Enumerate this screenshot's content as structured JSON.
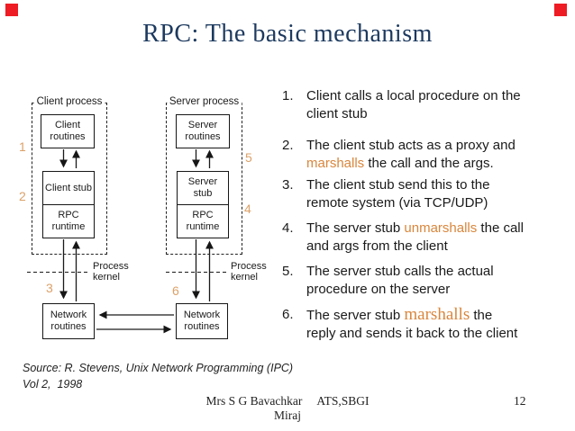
{
  "page": {
    "title": "RPC: The basic mechanism",
    "colors": {
      "title_navy": "#1d3a5f",
      "accent_orange": "#d9863c",
      "marker_orange": "#dba169",
      "corner_red": "#ee1c24",
      "ink": "#1a1a1a",
      "background": "#ffffff"
    }
  },
  "diagram": {
    "client_process_label": "Client process",
    "server_process_label": "Server process",
    "boxes": {
      "client_routines": "Client routines",
      "client_stub": "Client stub",
      "rpc_runtime_client": "RPC runtime",
      "server_routines": "Server routines",
      "server_stub": "Server stub",
      "rpc_runtime_server": "RPC runtime",
      "network_routines_left": "Network routines",
      "network_routines_right": "Network routines"
    },
    "process_kernel_left": "Process kernel",
    "process_kernel_right": "Process kernel",
    "marker_labels": [
      "1",
      "2",
      "3",
      "4",
      "5",
      "6"
    ]
  },
  "steps": [
    {
      "num": "1.",
      "line1": {
        "pre": "Client calls a local procedure on the",
        "hl": "",
        "post": ""
      },
      "line2": {
        "pre": "client stub",
        "hl": "",
        "post": ""
      }
    },
    {
      "num": "2.",
      "line1": {
        "pre": "The client stub acts as a proxy and",
        "hl": "",
        "post": ""
      },
      "line2": {
        "pre": "",
        "hl": "marshalls",
        "post": " the call and the args."
      }
    },
    {
      "num": "3.",
      "line1": {
        "pre": "The client stub send this to the",
        "hl": "",
        "post": ""
      },
      "line2": {
        "pre": "remote system (via TCP/UDP)",
        "hl": "",
        "post": ""
      }
    },
    {
      "num": "4.",
      "line1": {
        "pre": "The server stub ",
        "hl": "unmarshalls",
        "post": " the call"
      },
      "line2": {
        "pre": "and args from the client",
        "hl": "",
        "post": ""
      }
    },
    {
      "num": "5.",
      "line1": {
        "pre": "The server stub calls the actual",
        "hl": "",
        "post": ""
      },
      "line2": {
        "pre": "procedure on the server",
        "hl": "",
        "post": ""
      }
    },
    {
      "num": "6.",
      "line1": {
        "pre": "The server stub ",
        "hl": "marshalls",
        "post": " the"
      },
      "line2": {
        "pre": "reply and sends it back to the client",
        "hl": "",
        "post": ""
      }
    }
  ],
  "source": {
    "line1": "Source: R. Stevens, Unix Network Programming (IPC)",
    "line2": "Vol 2,  1998"
  },
  "footer": {
    "author": "Mrs S G Bavachkar",
    "org": "ATS,SBGI",
    "city": "Miraj",
    "page_number": "12"
  }
}
